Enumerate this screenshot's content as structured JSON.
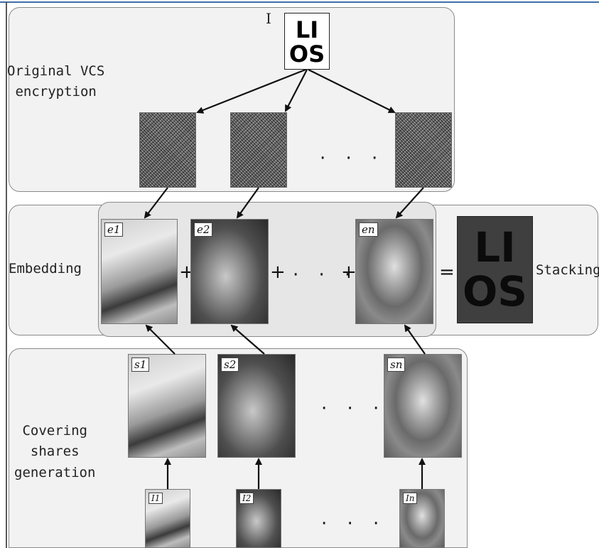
{
  "sections": {
    "top": {
      "label": "Original VCS\nencryption"
    },
    "middle": {
      "label": "Embedding",
      "right_label": "Stacking"
    },
    "bottom": {
      "label": "Covering\nshares\ngeneration"
    }
  },
  "secret_image": {
    "marker": "I",
    "line1": "LI",
    "line2": "OS"
  },
  "stacked_result": {
    "line1": "LI",
    "line2": "OS"
  },
  "embedded_shares": [
    {
      "tag": "e1"
    },
    {
      "tag": "e2"
    },
    {
      "tag": "en"
    }
  ],
  "covering_shares": [
    {
      "tag": "s1"
    },
    {
      "tag": "s2"
    },
    {
      "tag": "sn"
    }
  ],
  "cover_image_tags": [
    "I1",
    "I2",
    "In"
  ],
  "operators": {
    "plus": "+",
    "equals": "=",
    "ellipsis": "· · ·"
  },
  "colors": {
    "panel": "#f2f2f2",
    "inner_panel": "#e6e6e6",
    "border": "#8a8a8a",
    "accent_line": "#3f6ea8"
  }
}
